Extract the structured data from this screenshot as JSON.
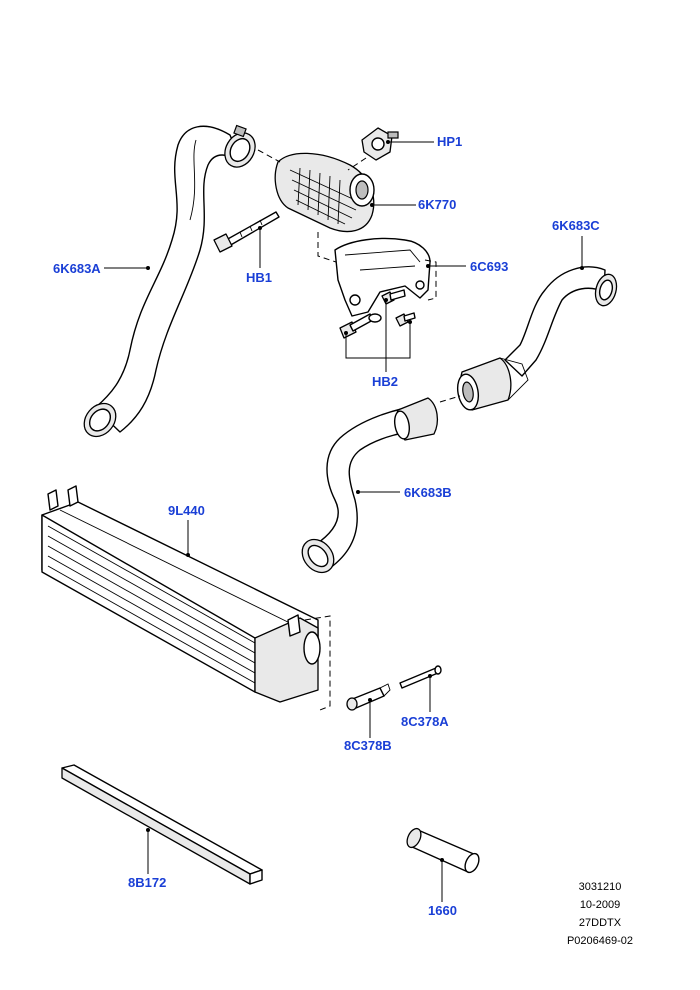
{
  "diagram": {
    "labels": {
      "hp1": "HP1",
      "k6770": "6K770",
      "hb1": "HB1",
      "k683a": "6K683A",
      "c6693": "6C693",
      "k683c": "6K683C",
      "hb2": "HB2",
      "k683b": "6K683B",
      "l9440": "9L440",
      "c378a": "8C378A",
      "c378b": "8C378B",
      "b8172": "8B172",
      "p1660": "1660"
    },
    "info": {
      "line1": "3031210",
      "line2": "10-2009",
      "line3": "27DDTX",
      "line4": "P0206469-02"
    },
    "colors": {
      "label": "#1a3fd6",
      "line": "#000000"
    }
  }
}
